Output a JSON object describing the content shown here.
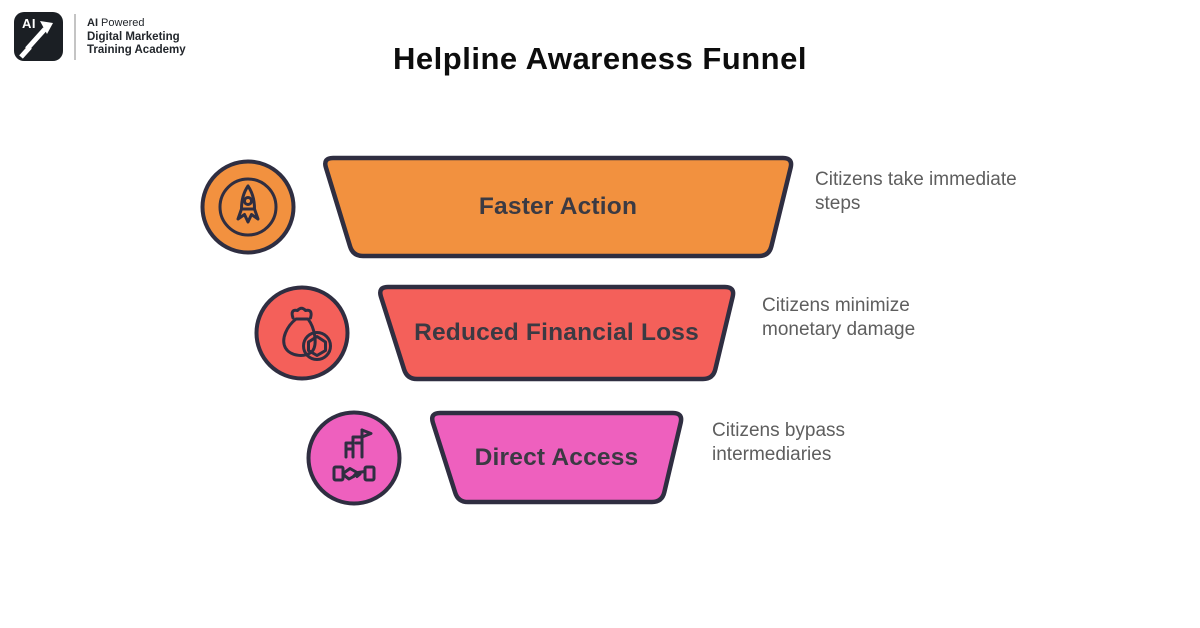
{
  "brand": {
    "mark_text": "AI",
    "tagline_bold": "AI",
    "tagline_rest": " Powered",
    "name_line1": "Digital Marketing",
    "name_line2": "Training Academy"
  },
  "title": "Helpline Awareness Funnel",
  "funnel": {
    "levels": [
      {
        "label": "Faster Action",
        "description": "Citizens take immediate\nsteps",
        "color": "#F2913F",
        "icon": "rocket-icon"
      },
      {
        "label": "Reduced Financial Loss",
        "description": "Citizens minimize\nmonetary damage",
        "color": "#F4605A",
        "icon": "money-bag-icon"
      },
      {
        "label": "Direct Access",
        "description": "Citizens bypass\nintermediaries",
        "color": "#EE60BE",
        "icon": "handshake-building-icon"
      }
    ],
    "outline_color": "#2F2E41",
    "label_color": "#3B3A43",
    "description_color": "#5E5E5E"
  }
}
